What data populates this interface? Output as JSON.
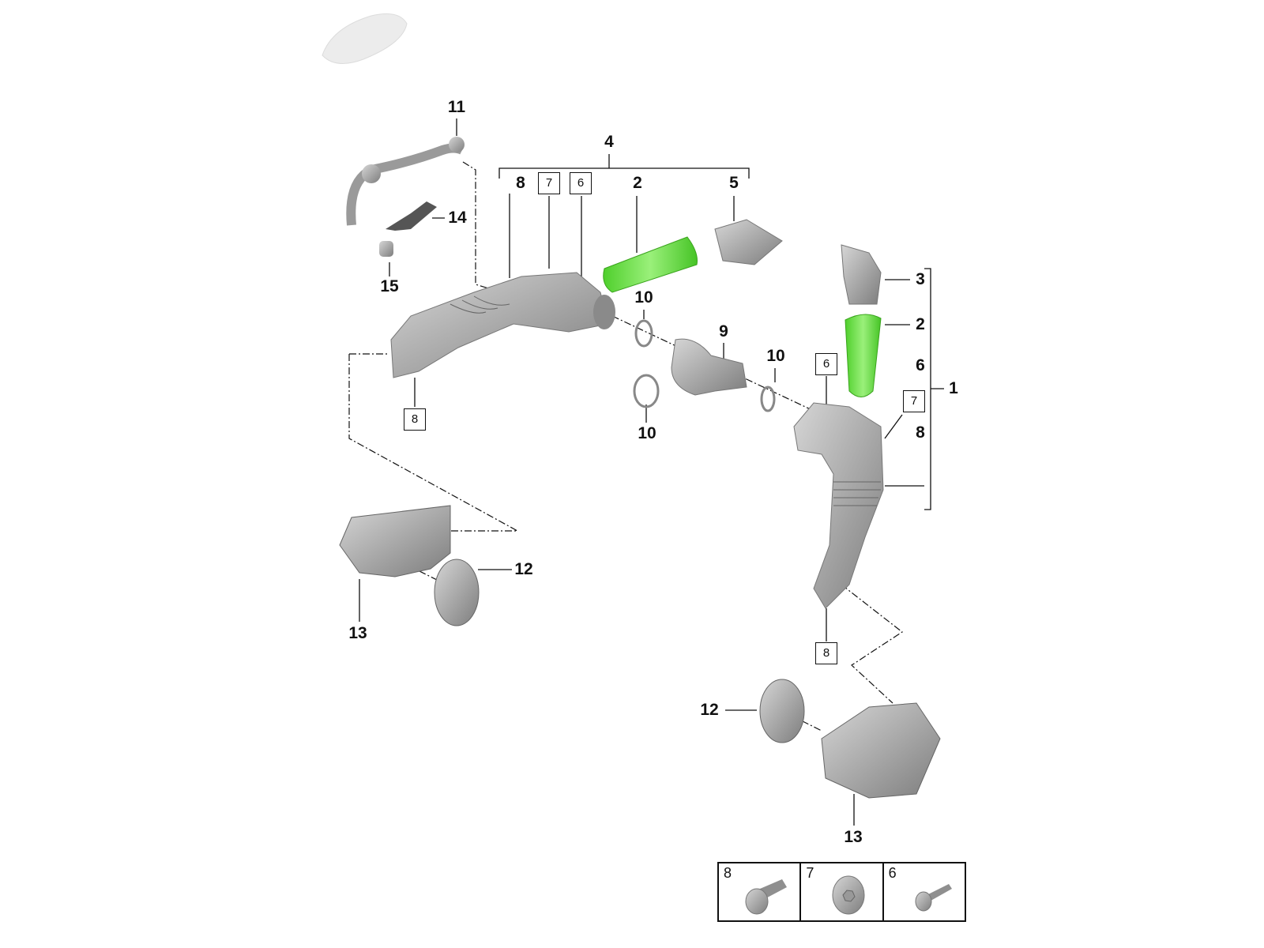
{
  "callouts": {
    "l11": "11",
    "l4": "4",
    "l8a": "8",
    "b7a": "7",
    "b6a": "6",
    "l2a": "2",
    "l5": "5",
    "l14": "14",
    "l15": "15",
    "l10a": "10",
    "l9": "9",
    "l10b": "10",
    "l10c": "10",
    "b8a": "8",
    "l3": "3",
    "l2b": "2",
    "l6": "6",
    "l1": "1",
    "b7b": "7",
    "l8b": "8",
    "b6b": "6",
    "l12a": "12",
    "l13a": "13",
    "b8b": "8",
    "l12b": "12",
    "l13b": "13"
  },
  "legend": [
    {
      "number": "8",
      "part": "bolt-flange-icon"
    },
    {
      "number": "7",
      "part": "nut-washer-icon"
    },
    {
      "number": "6",
      "part": "bolt-icon"
    }
  ],
  "colors": {
    "highlight": "#6fdc4a",
    "part": "#a9a9a9",
    "line": "#111111"
  }
}
